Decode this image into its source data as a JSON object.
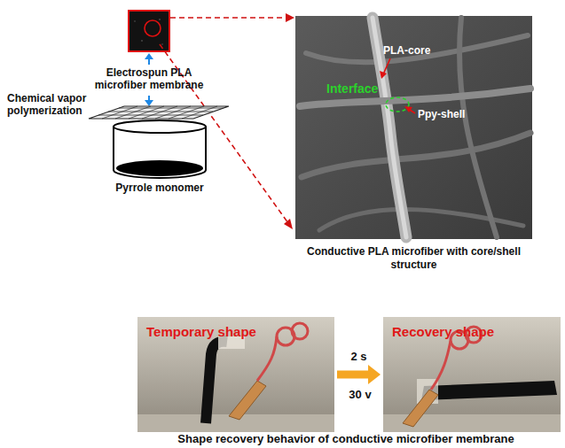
{
  "diagram": {
    "nodes": [
      {
        "text": [
          "Conductive PLA microfiber with core/shell structure"
        ]
      },
      {
        "text": [
          "Temporary shape"
        ]
      },
      {
        "text": [
          "Recovery shape"
        ]
      }
    ],
    "edges": [
      {
        "from": 1,
        "to": 2,
        "arrow": "to",
        "label": "2 s"
      }
    ],
    "labels": [
      "Electrospun PLA microfiber membrane",
      "Chemical vapor polymerization",
      "Pyrrole monomer",
      "PLA-core",
      "Interface",
      "Ppy-shell",
      "Shape recovery behavior of conductive microfiber membrane",
      "30 v"
    ]
  }
}
